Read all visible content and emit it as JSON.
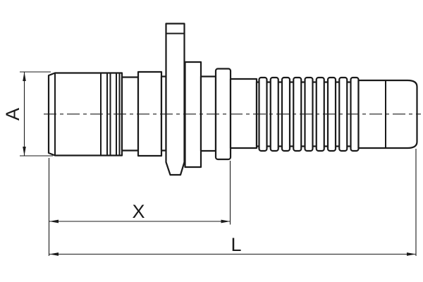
{
  "drawing": {
    "background_color": "#ffffff",
    "line_color": "#1a1a1a",
    "labels": {
      "a": "A",
      "x": "X",
      "l": "L"
    }
  }
}
